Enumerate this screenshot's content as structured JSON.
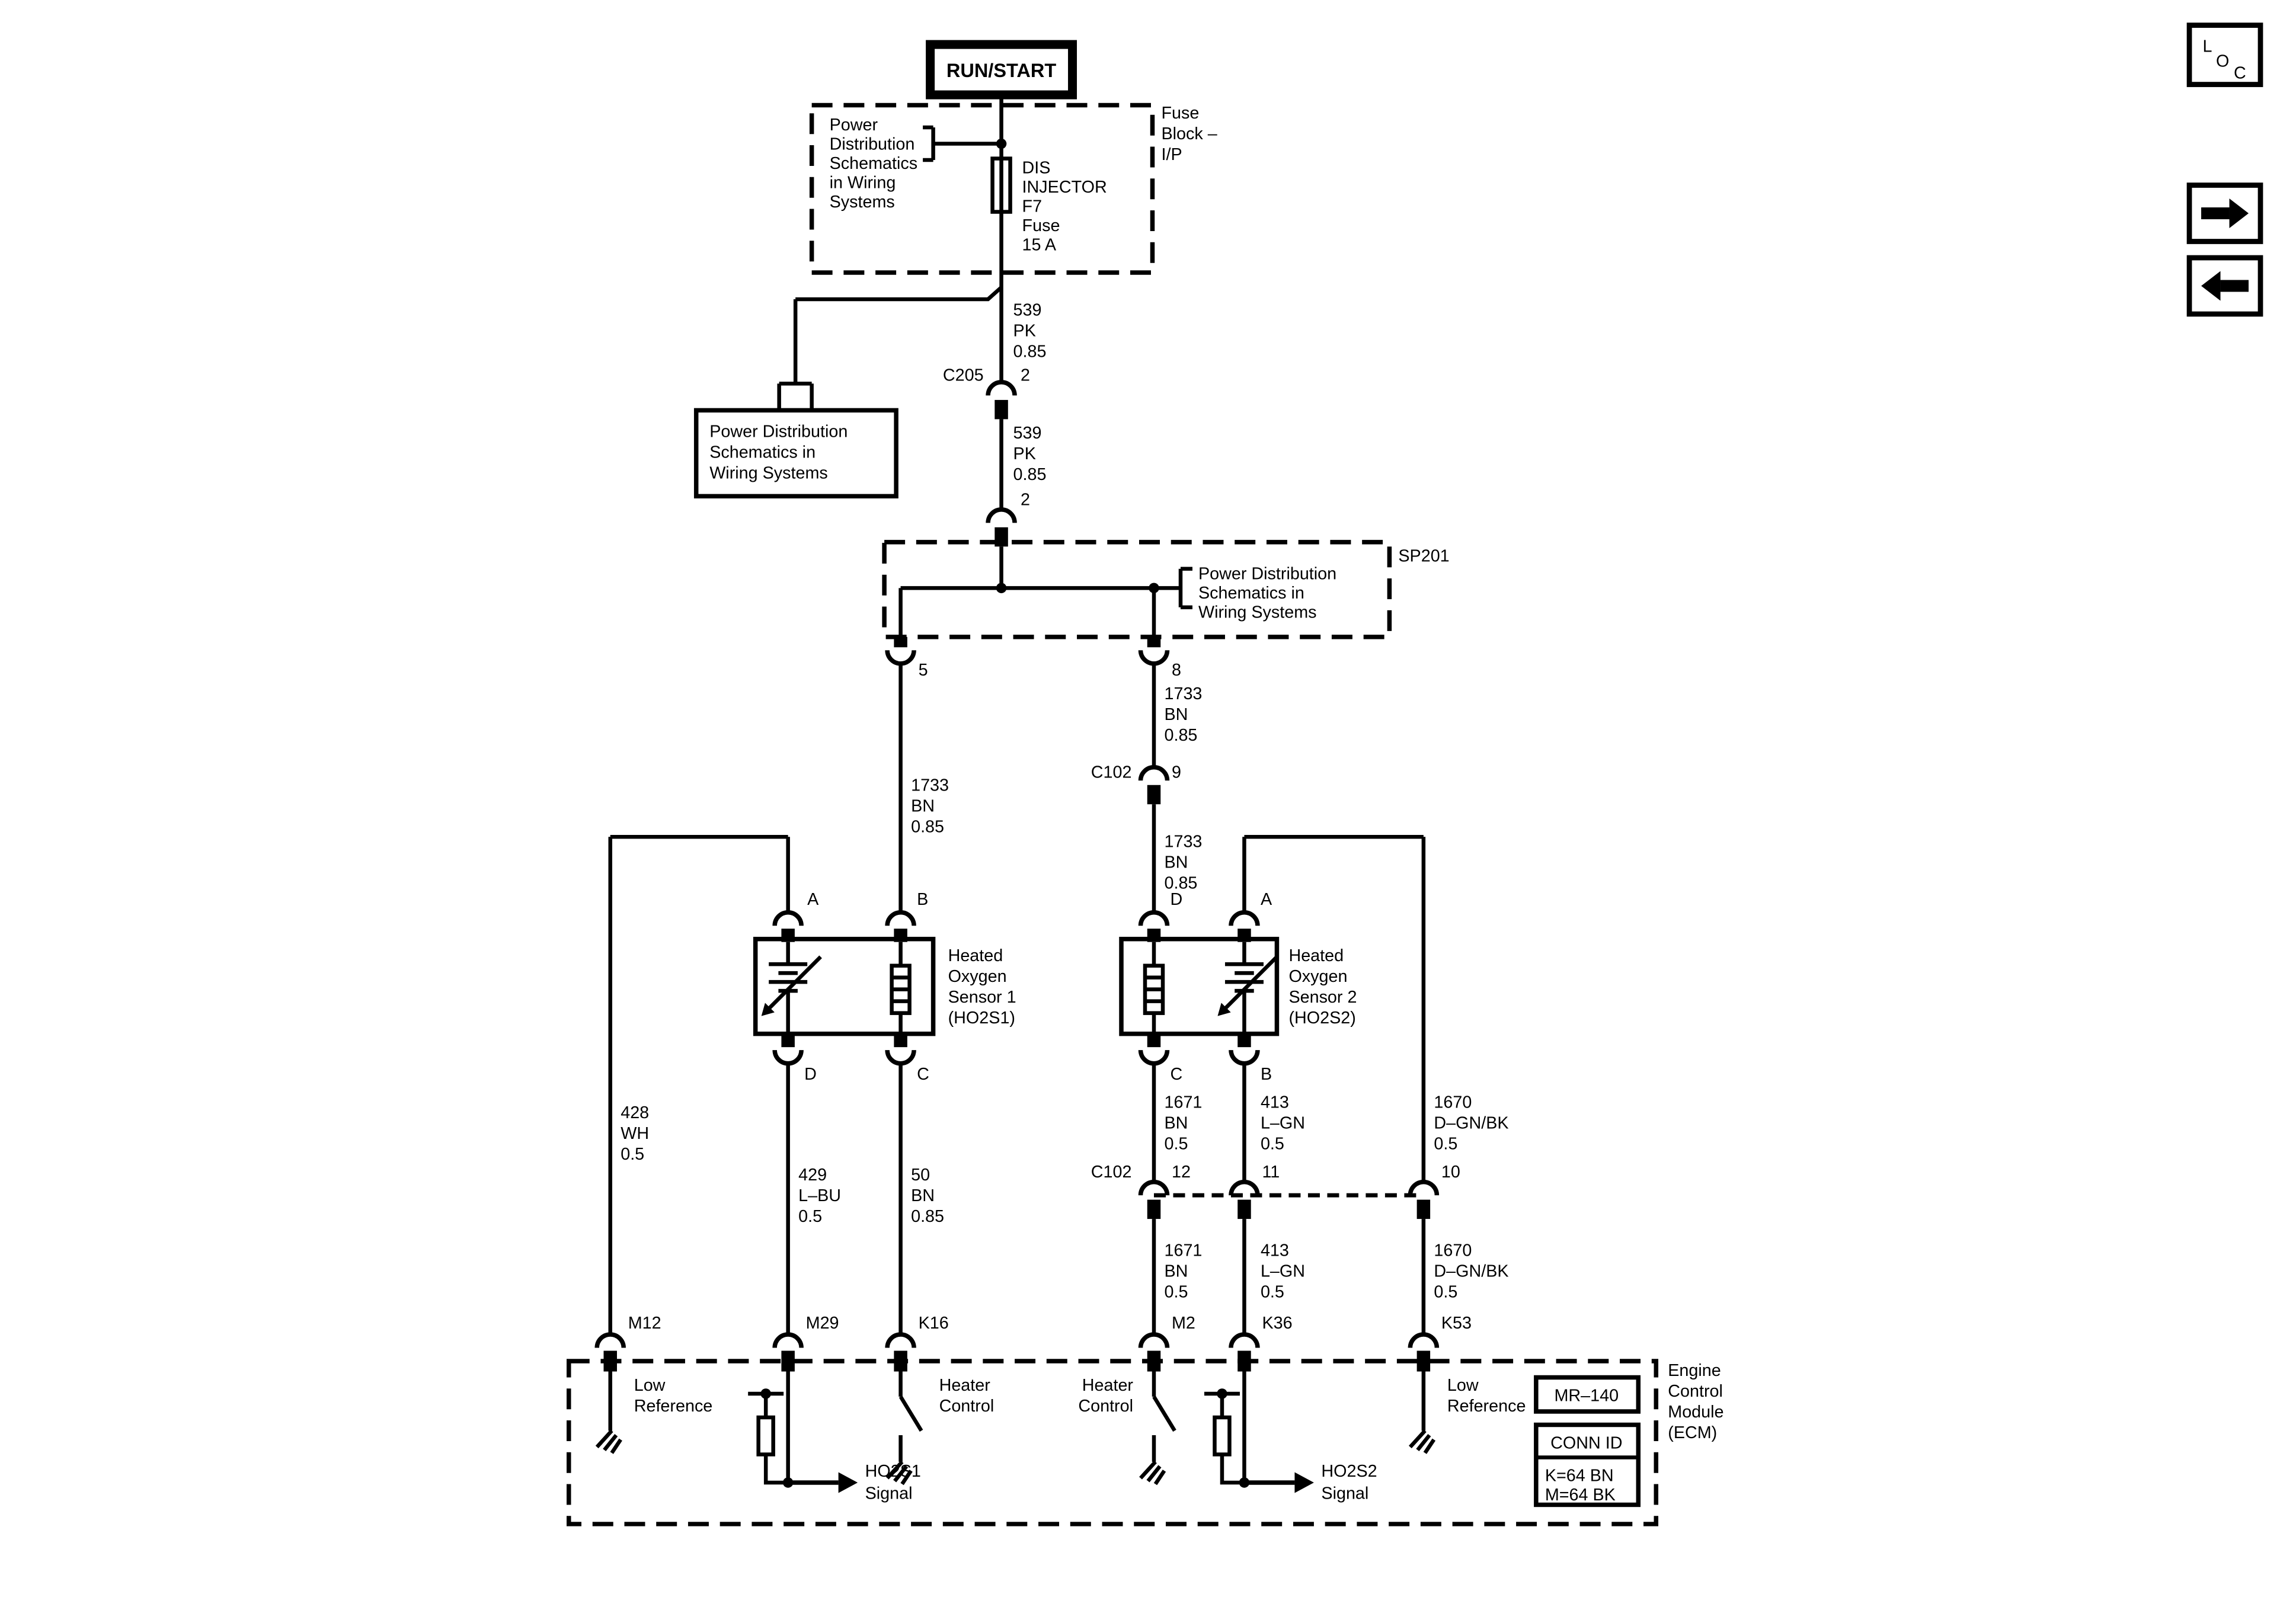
{
  "page": {
    "background": "#ffffff",
    "ink": "#000000"
  },
  "source": {
    "label": "RUN/START"
  },
  "fuse_block": {
    "title": [
      "Fuse",
      "Block –",
      "I/P"
    ],
    "ref_note": [
      "Power",
      "Distribution",
      "Schematics",
      "in Wiring",
      "Systems"
    ],
    "fuse": [
      "DIS",
      "INJECTOR",
      "F7",
      "Fuse",
      "15 A"
    ]
  },
  "ref_box": {
    "lines": [
      "Power Distribution",
      "Schematics in",
      "Wiring Systems"
    ]
  },
  "c205": {
    "label": "C205",
    "pin_top": "2",
    "pin_bottom": "2"
  },
  "sp201": {
    "label": "SP201",
    "note": [
      "Power Distribution",
      "Schematics in",
      "Wiring Systems"
    ],
    "pin_left": "5",
    "pin_right": "8"
  },
  "c102_upper": {
    "label": "C102",
    "pin": "9"
  },
  "c102_lower": {
    "label": "C102",
    "pin_12": "12",
    "pin_11": "11",
    "pin_10": "10"
  },
  "wires": {
    "w539a": [
      "539",
      "PK",
      "0.85"
    ],
    "w539b": [
      "539",
      "PK",
      "0.85"
    ],
    "w1733a": [
      "1733",
      "BN",
      "0.85"
    ],
    "w1733b": [
      "1733",
      "BN",
      "0.85"
    ],
    "w1733c": [
      "1733",
      "BN",
      "0.85"
    ],
    "w428": [
      "428",
      "WH",
      "0.5"
    ],
    "w429": [
      "429",
      "L–BU",
      "0.5"
    ],
    "w50": [
      "50",
      "BN",
      "0.85"
    ],
    "w1671a": [
      "1671",
      "BN",
      "0.5"
    ],
    "w413a": [
      "413",
      "L–GN",
      "0.5"
    ],
    "w1670a": [
      "1670",
      "D–GN/BK",
      "0.5"
    ],
    "w1671b": [
      "1671",
      "BN",
      "0.5"
    ],
    "w413b": [
      "413",
      "L–GN",
      "0.5"
    ],
    "w1670b": [
      "1670",
      "D–GN/BK",
      "0.5"
    ]
  },
  "ho2s1": {
    "name": [
      "Heated",
      "Oxygen",
      "Sensor 1",
      "(HO2S1)"
    ],
    "pin_a": "A",
    "pin_b": "B",
    "pin_d": "D",
    "pin_c": "C"
  },
  "ho2s2": {
    "name": [
      "Heated",
      "Oxygen",
      "Sensor 2",
      "(HO2S2)"
    ],
    "pin_d": "D",
    "pin_a": "A",
    "pin_c": "C",
    "pin_b": "B"
  },
  "ecm": {
    "title": [
      "Engine",
      "Control",
      "Module",
      "(ECM)"
    ],
    "pins": [
      "M12",
      "M29",
      "K16",
      "M2",
      "K36",
      "K53"
    ],
    "low_ref_left": [
      "Low",
      "Reference"
    ],
    "signal1": [
      "HO2S1",
      "Signal"
    ],
    "heater1": [
      "Heater",
      "Control"
    ],
    "heater2": [
      "Heater",
      "Control"
    ],
    "signal2": [
      "HO2S2",
      "Signal"
    ],
    "low_ref_right": [
      "Low",
      "Reference"
    ],
    "module_id": "MR–140",
    "conn_id_title": "CONN ID",
    "conn_id_lines": [
      "K=64 BN",
      "M=64 BK"
    ]
  },
  "nav": {
    "loc": [
      "L",
      "O",
      "C"
    ]
  }
}
